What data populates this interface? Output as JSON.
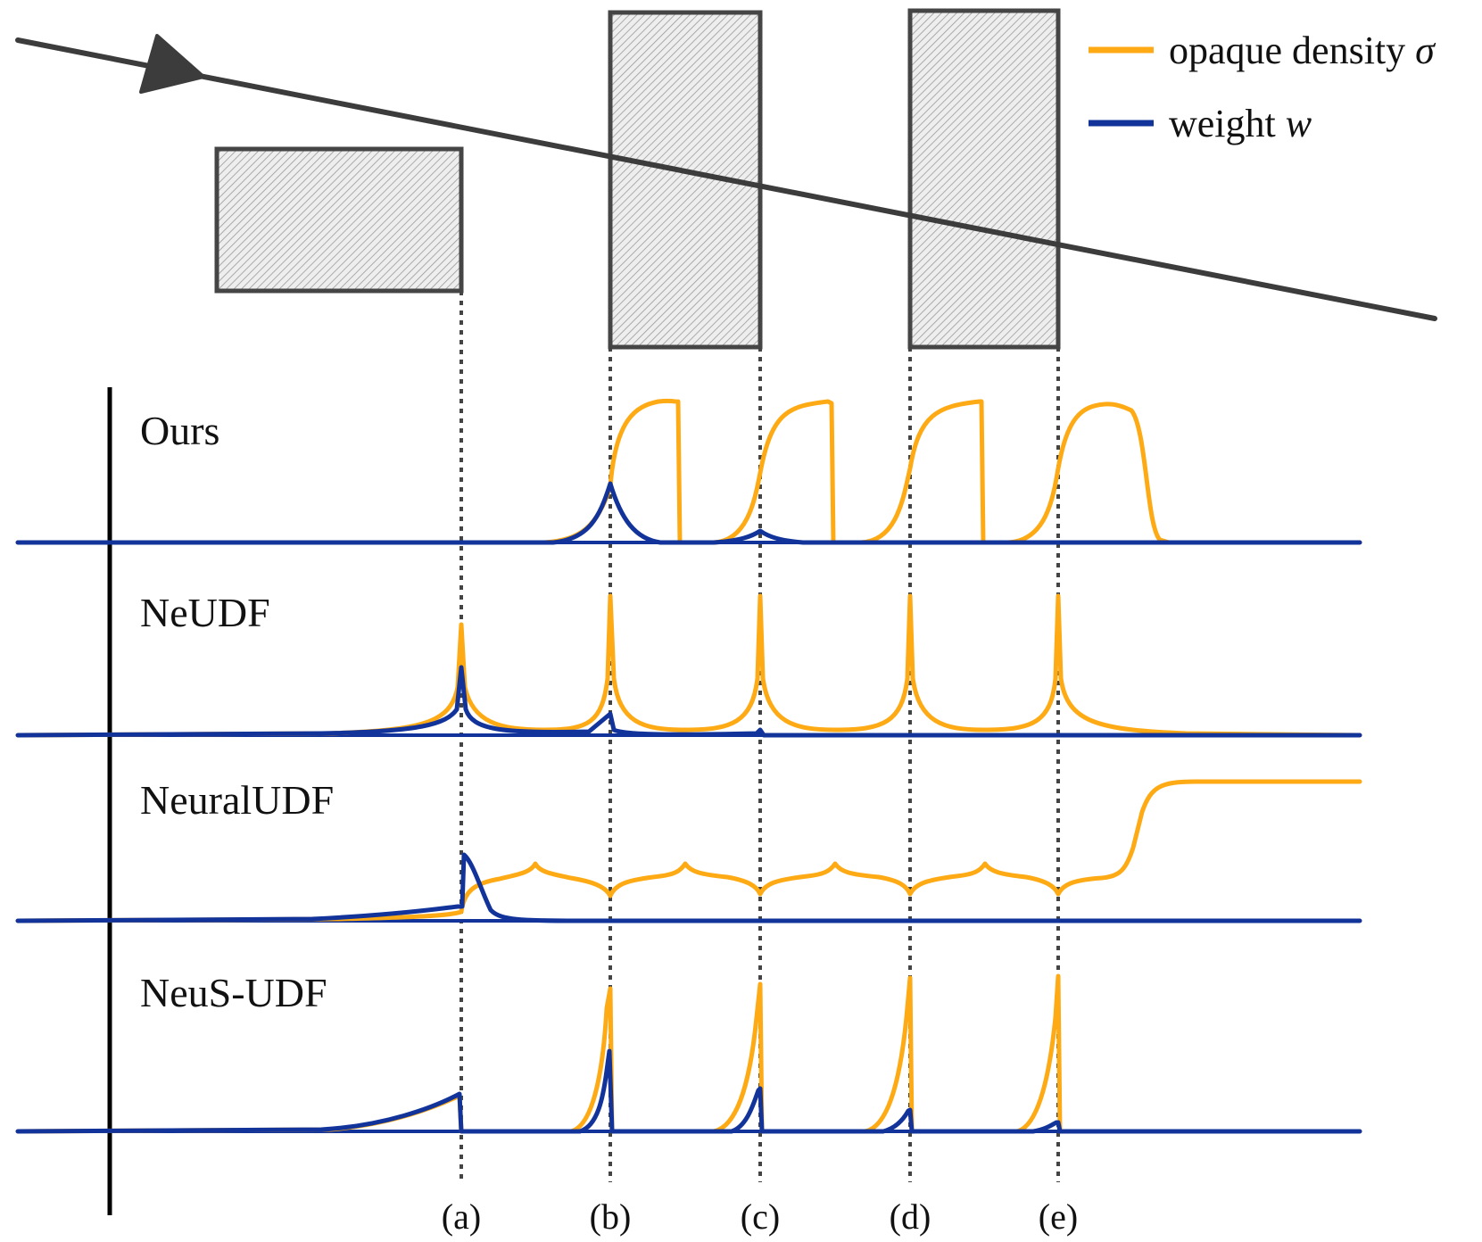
{
  "colors": {
    "density": "#FDAA14",
    "weight": "#12349A",
    "ray": "#3C3C3C",
    "box_stroke": "#454545",
    "box_fill": "#EEEEEE",
    "axis": "#000000"
  },
  "legend": {
    "density_label": "opaque density",
    "density_symbol": "σ",
    "weight_label": "weight",
    "weight_symbol": "w"
  },
  "methods": [
    {
      "key": "ours",
      "label": "Ours"
    },
    {
      "key": "neudf",
      "label": "NeUDF"
    },
    {
      "key": "neuraludf",
      "label": "NeuralUDF"
    },
    {
      "key": "neusudf",
      "label": "NeuS-UDF"
    }
  ],
  "intersections": [
    "(a)",
    "(b)",
    "(c)",
    "(d)",
    "(e)"
  ]
}
